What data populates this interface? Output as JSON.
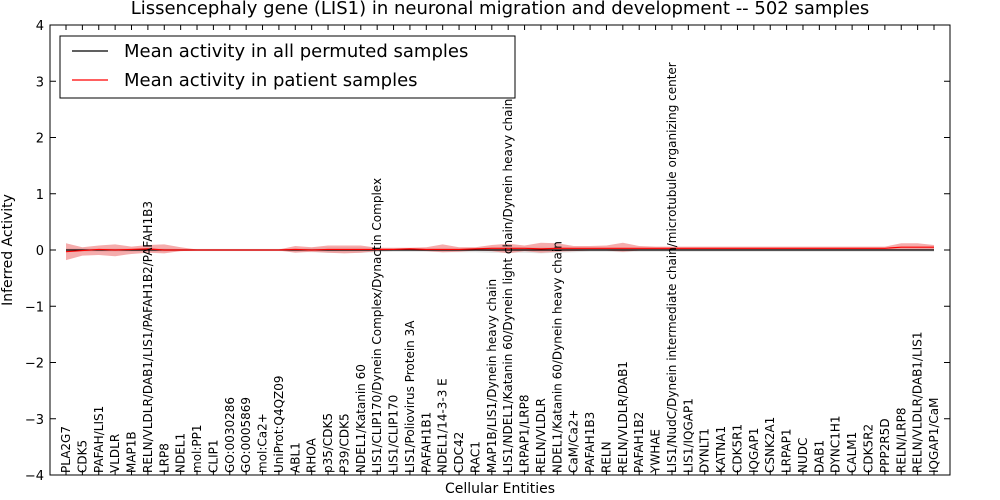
{
  "chart_data": {
    "type": "line",
    "title": "Lissencephaly gene (LIS1) in neuronal migration and development -- 502 samples",
    "xlabel": "Cellular Entities",
    "ylabel": "Inferred Activity",
    "ylim": [
      -4,
      4
    ],
    "yticks": [
      "4",
      "3",
      "2",
      "1",
      "0",
      "−1",
      "−2",
      "−3",
      "−4"
    ],
    "legend_position": "top-left",
    "grid": false,
    "colors": {
      "permuted": "#000000",
      "patient": "#ff0000",
      "patient_band": "#f08080",
      "permuted_band": "#c8c8c8"
    },
    "categories": [
      "PLA2G7",
      "CDK5",
      "PAFAH/LIS1",
      "VLDLR",
      "MAP1B",
      "RELN/VLDLR/DAB1/LIS1/PAFAH1B2/PAFAH1B3",
      "LRP8",
      "NDEL1",
      "mol:PP1",
      "CLIP1",
      "GO:0030286",
      "GO:0005869",
      "mol:Ca2+",
      "UniProt:Q4QZ09",
      "ABL1",
      "RHOA",
      "p35/CDK5",
      "P39/CDK5",
      "NDEL1/Katanin 60",
      "LIS1/CLIP170/Dynein Complex/Dynactin Complex",
      "LIS1/CLIP170",
      "LIS1/Poliovirus Protein 3A",
      "PAFAH1B1",
      "NDEL1/14-3-3 E",
      "CDC42",
      "RAC1",
      "MAP1B/LIS1/Dynein heavy chain",
      "LIS1/NDEL1/Katanin 60/Dynein light chain/Dynein heavy chain",
      "LRPAP1/LRP8",
      "RELN/VLDLR",
      "NDEL1/Katanin 60/Dynein heavy chain",
      "CaM/Ca2+",
      "PAFAH1B3",
      "RELN",
      "RELN/VLDLR/DAB1",
      "PAFAH1B2",
      "YWHAE",
      "LIS1/NudC/Dynein intermediate chain/microtubule organizing center",
      "LIS1/IQGAP1",
      "DYNLT1",
      "KATNA1",
      "CDK5R1",
      "IQGAP1",
      "CSNK2A1",
      "LRPAP1",
      "NUDC",
      "DAB1",
      "DYNC1H1",
      "CALM1",
      "CDK5R2",
      "PPP2R5D",
      "RELN/LRP8",
      "RELN/VLDLR/DAB1/LIS1",
      "IQGAP1/CaM"
    ],
    "series": [
      {
        "name": "Mean activity in all permuted samples",
        "values": [
          0,
          0,
          0,
          0,
          0,
          0,
          0,
          0,
          0,
          0,
          0,
          0,
          0,
          0,
          0,
          0,
          0,
          0,
          0,
          0,
          0,
          0,
          0,
          0,
          0,
          0,
          0,
          0,
          0,
          0,
          0,
          0,
          0,
          0,
          0,
          0,
          0,
          0,
          0,
          0,
          0,
          0,
          0,
          0,
          0,
          0,
          0,
          0,
          0,
          0,
          0,
          0,
          0,
          0
        ],
        "lower": [
          -0.03,
          -0.03,
          -0.03,
          -0.03,
          -0.03,
          -0.03,
          -0.03,
          -0.02,
          -0.02,
          -0.02,
          -0.02,
          -0.02,
          -0.02,
          -0.02,
          -0.03,
          -0.04,
          -0.05,
          -0.05,
          -0.05,
          -0.04,
          -0.03,
          -0.03,
          -0.03,
          -0.04,
          -0.04,
          -0.04,
          -0.05,
          -0.05,
          -0.05,
          -0.06,
          -0.05,
          -0.04,
          -0.03,
          -0.03,
          -0.04,
          -0.03,
          -0.03,
          -0.03,
          -0.03,
          -0.03,
          -0.03,
          -0.03,
          -0.03,
          -0.03,
          -0.03,
          -0.03,
          -0.03,
          -0.03,
          -0.03,
          -0.03,
          -0.03,
          -0.03,
          -0.03,
          -0.03
        ],
        "upper": [
          0.03,
          0.03,
          0.03,
          0.03,
          0.03,
          0.03,
          0.03,
          0.02,
          0.02,
          0.02,
          0.02,
          0.02,
          0.02,
          0.02,
          0.03,
          0.04,
          0.05,
          0.05,
          0.05,
          0.04,
          0.03,
          0.03,
          0.03,
          0.04,
          0.04,
          0.04,
          0.05,
          0.05,
          0.05,
          0.06,
          0.05,
          0.04,
          0.03,
          0.03,
          0.04,
          0.03,
          0.03,
          0.03,
          0.03,
          0.03,
          0.03,
          0.03,
          0.03,
          0.03,
          0.03,
          0.03,
          0.03,
          0.03,
          0.03,
          0.03,
          0.03,
          0.03,
          0.03,
          0.03
        ]
      },
      {
        "name": "Mean activity in patient samples",
        "values": [
          -0.03,
          -0.01,
          0.01,
          0.0,
          0.01,
          0.02,
          0.0,
          0.0,
          0.0,
          0.0,
          0.0,
          0.0,
          0.0,
          0.0,
          0.01,
          0.0,
          0.01,
          0.01,
          0.01,
          0.01,
          0.01,
          0.02,
          0.01,
          0.01,
          0.01,
          0.02,
          0.03,
          0.03,
          0.03,
          0.02,
          0.03,
          0.03,
          0.03,
          0.03,
          0.03,
          0.03,
          0.03,
          0.03,
          0.03,
          0.03,
          0.03,
          0.03,
          0.03,
          0.03,
          0.03,
          0.03,
          0.03,
          0.03,
          0.03,
          0.03,
          0.03,
          0.05,
          0.05,
          0.05
        ],
        "lower": [
          -0.18,
          -0.1,
          -0.09,
          -0.11,
          -0.07,
          -0.05,
          -0.06,
          -0.02,
          -0.01,
          -0.01,
          -0.01,
          -0.01,
          -0.01,
          -0.01,
          -0.05,
          -0.03,
          -0.05,
          -0.06,
          -0.05,
          -0.02,
          -0.01,
          -0.01,
          -0.02,
          -0.04,
          -0.03,
          -0.01,
          -0.02,
          -0.06,
          -0.02,
          -0.05,
          -0.03,
          -0.02,
          -0.01,
          -0.01,
          -0.03,
          -0.01,
          -0.01,
          -0.01,
          -0.01,
          -0.01,
          -0.01,
          -0.01,
          -0.01,
          -0.01,
          -0.01,
          -0.01,
          -0.01,
          -0.01,
          -0.01,
          -0.01,
          -0.01,
          0.0,
          0.0,
          0.0
        ],
        "upper": [
          0.12,
          0.05,
          0.08,
          0.1,
          0.06,
          0.09,
          0.1,
          0.05,
          0.01,
          0.01,
          0.01,
          0.01,
          0.01,
          0.01,
          0.07,
          0.05,
          0.08,
          0.08,
          0.08,
          0.04,
          0.04,
          0.04,
          0.05,
          0.1,
          0.05,
          0.05,
          0.09,
          0.11,
          0.08,
          0.13,
          0.12,
          0.07,
          0.07,
          0.08,
          0.13,
          0.07,
          0.06,
          0.06,
          0.06,
          0.06,
          0.06,
          0.06,
          0.06,
          0.06,
          0.06,
          0.06,
          0.06,
          0.06,
          0.06,
          0.06,
          0.06,
          0.12,
          0.12,
          0.09
        ]
      }
    ]
  }
}
